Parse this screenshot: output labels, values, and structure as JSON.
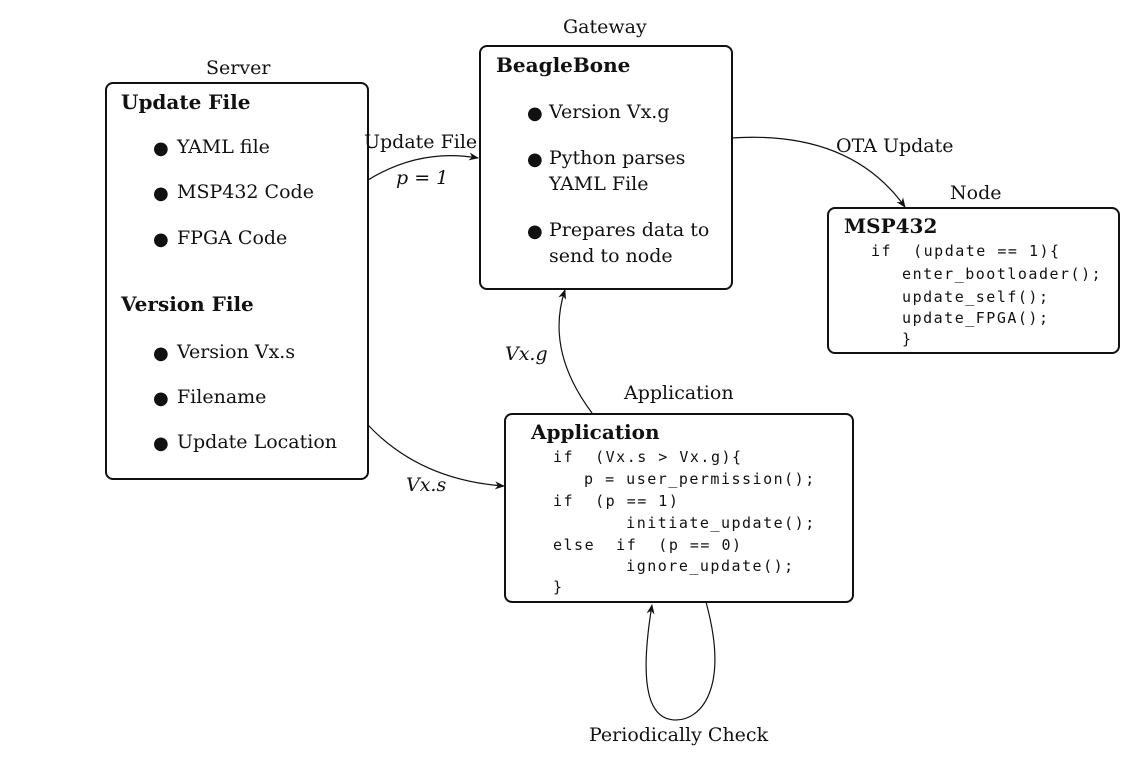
{
  "nodes": {
    "server": {
      "caption": "Server",
      "sections": [
        {
          "title": "Update File",
          "items": [
            "YAML file",
            "MSP432 Code",
            "FPGA Code"
          ]
        },
        {
          "title": "Version File",
          "items": [
            "Version Vx.s",
            "Filename",
            "Update Location"
          ]
        }
      ]
    },
    "gateway": {
      "caption": "Gateway",
      "title": "BeagleBone",
      "items": [
        "Version Vx.g",
        "Python parses",
        "YAML File",
        "Prepares data to",
        "send to node"
      ]
    },
    "node": {
      "caption": "Node",
      "title": "MSP432",
      "code": [
        "if  (update == 1){",
        "  enter_bootloader();",
        "  update_self();",
        "  update_FPGA();",
        "  }"
      ]
    },
    "application": {
      "caption": "Application",
      "title": "Application",
      "code": [
        "if  (Vx.s > Vx.g){",
        "  p = user_permission();",
        "if  (p == 1)",
        "      initiate_update();",
        "else  if  (p == 0)",
        "      ignore_update();",
        "}"
      ]
    }
  },
  "edges": {
    "server_to_gateway": {
      "label": "Update File",
      "sublabel": "p = 1"
    },
    "gateway_to_node": {
      "label": "OTA Update"
    },
    "server_to_application": {
      "label": "Vx.s"
    },
    "application_to_gateway": {
      "label": "Vx.g"
    },
    "application_self": {
      "label": "Periodically Check"
    }
  }
}
